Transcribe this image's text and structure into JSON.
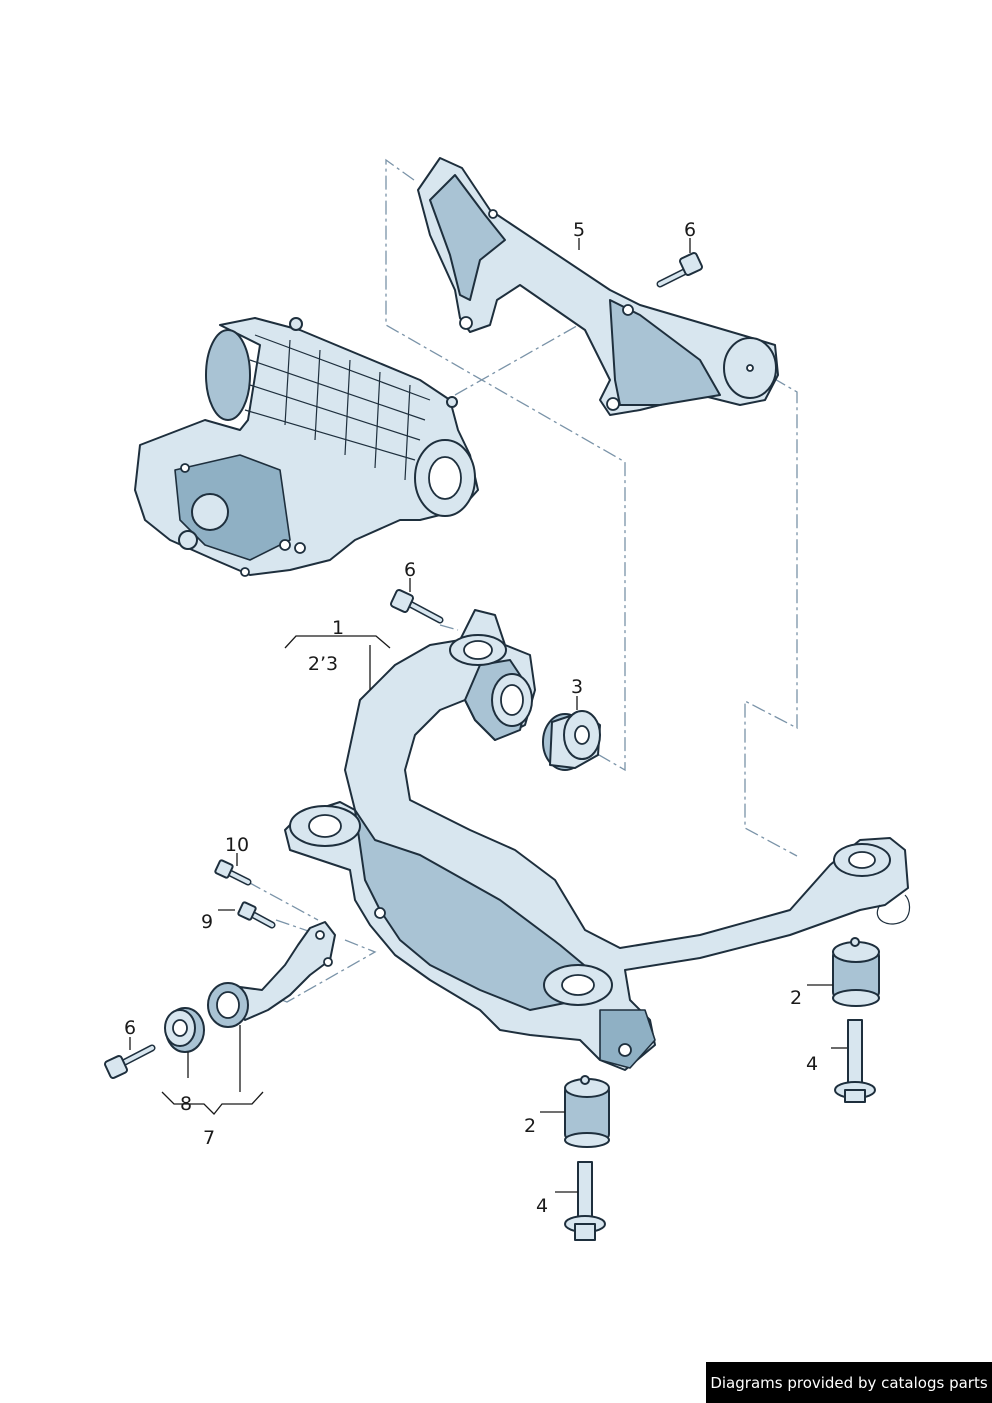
{
  "callouts": {
    "c1": "1",
    "c23": "2’3",
    "c2a": "2",
    "c2b": "2",
    "c3": "3",
    "c4a": "4",
    "c4b": "4",
    "c5": "5",
    "c6a": "6",
    "c6b": "6",
    "c6c": "6",
    "c7": "7",
    "c8": "8",
    "c9": "9",
    "c10": "10"
  },
  "footer": {
    "text": "Diagrams provided by catalogs parts"
  },
  "colors": {
    "part_fill": "#d8e6ef",
    "part_dark": "#a9c3d4",
    "outline": "#1e2f3d",
    "dash": "#7a93a8"
  }
}
